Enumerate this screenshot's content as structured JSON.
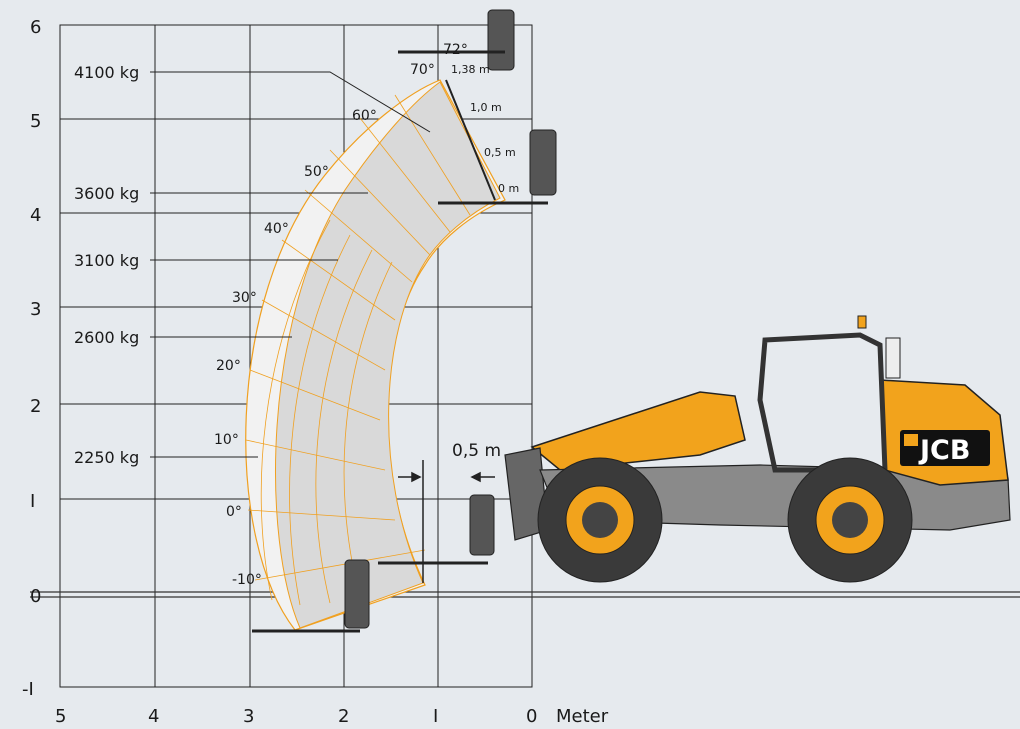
{
  "diagram": {
    "y_ticks": [
      "6",
      "5",
      "4",
      "3",
      "2",
      "I",
      "0",
      "-I"
    ],
    "x_ticks": [
      "5",
      "4",
      "3",
      "2",
      "I",
      "0"
    ],
    "x_unit": "Meter",
    "loads": [
      "4100 kg",
      "3600 kg",
      "3100 kg",
      "2600 kg",
      "2250 kg"
    ],
    "angles": [
      "72°",
      "70°",
      "60°",
      "50°",
      "40°",
      "30°",
      "20°",
      "10°",
      "0°",
      "-10°"
    ],
    "extensions": [
      "1,38 m",
      "1,0 m",
      "0,5 m",
      "0 m"
    ],
    "spacing": "0,5 m",
    "brand": "JCB"
  },
  "colors": {
    "background": "#e6eaee",
    "envelope_fill": "#d9d9d9",
    "envelope_light": "#f2f2f2",
    "envelope_line": "#f0a020",
    "machine_yellow": "#f2a31c",
    "tyre": "#3a3a3a"
  }
}
